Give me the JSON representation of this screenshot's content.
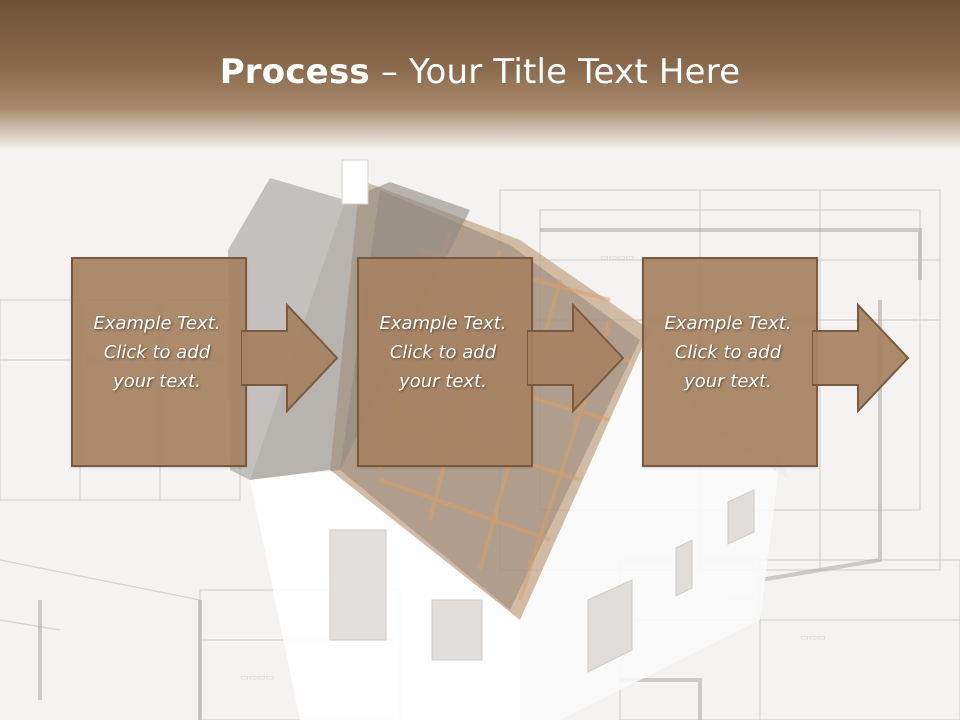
{
  "title": {
    "bold": "Process",
    "rest": " – Your Title Text Here"
  },
  "steps": [
    {
      "line1": "Example Text.",
      "line2": "Click  to add",
      "line3": "your text."
    },
    {
      "line1": "Example Text.",
      "line2": "Click  to add",
      "line3": "your text."
    },
    {
      "line1": "Example Text.",
      "line2": "Click  to add",
      "line3": "your text."
    }
  ],
  "colors": {
    "header_top": "#6e5238",
    "box_fill": "#a68262",
    "box_border": "#7a5a3e",
    "text": "#ffffff"
  }
}
